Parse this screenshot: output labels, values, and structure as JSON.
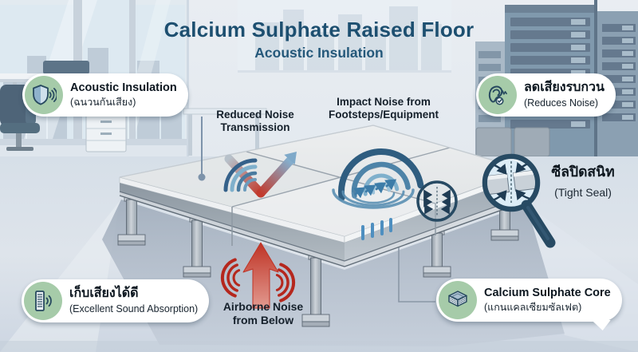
{
  "title": {
    "main": "Calcium Sulphate Raised Floor",
    "subtitle": "Acoustic Insulation"
  },
  "callouts": {
    "acoustic_insulation": {
      "title": "Acoustic Insulation",
      "subtitle": "(ฉนวนกันเสียง)",
      "icon": "shield-sound-icon"
    },
    "reduces_noise": {
      "title": "ลดเสียงรบกวน",
      "subtitle": "(Reduces Noise)",
      "icon": "ear-check-icon"
    },
    "sound_absorption": {
      "title": "เก็บเสียงได้ดี",
      "subtitle": "(Excellent Sound Absorption)",
      "icon": "absorber-panel-icon"
    },
    "calcium_core": {
      "title": "Calcium Sulphate Core",
      "subtitle": "(แกนแคลเซียมซัลเฟต)",
      "icon": "core-layers-icon"
    }
  },
  "annotations": {
    "reduced_noise": "Reduced Noise\nTransmission",
    "impact_noise": "Impact Noise from\nFootsteps/Equipment",
    "airborne_noise": "Airborne Noise\nfrom Below",
    "tight_seal_title": "ซีลปิดสนิท",
    "tight_seal_subtitle": "(Tight Seal)"
  },
  "colors": {
    "title_navy": "#1d4f70",
    "badge_green": "#a6cba9",
    "accent_red": "#c0392b",
    "accent_blue": "#4d83a8",
    "outline_navy": "#2b4b66",
    "card_bg": "#ffffff"
  }
}
